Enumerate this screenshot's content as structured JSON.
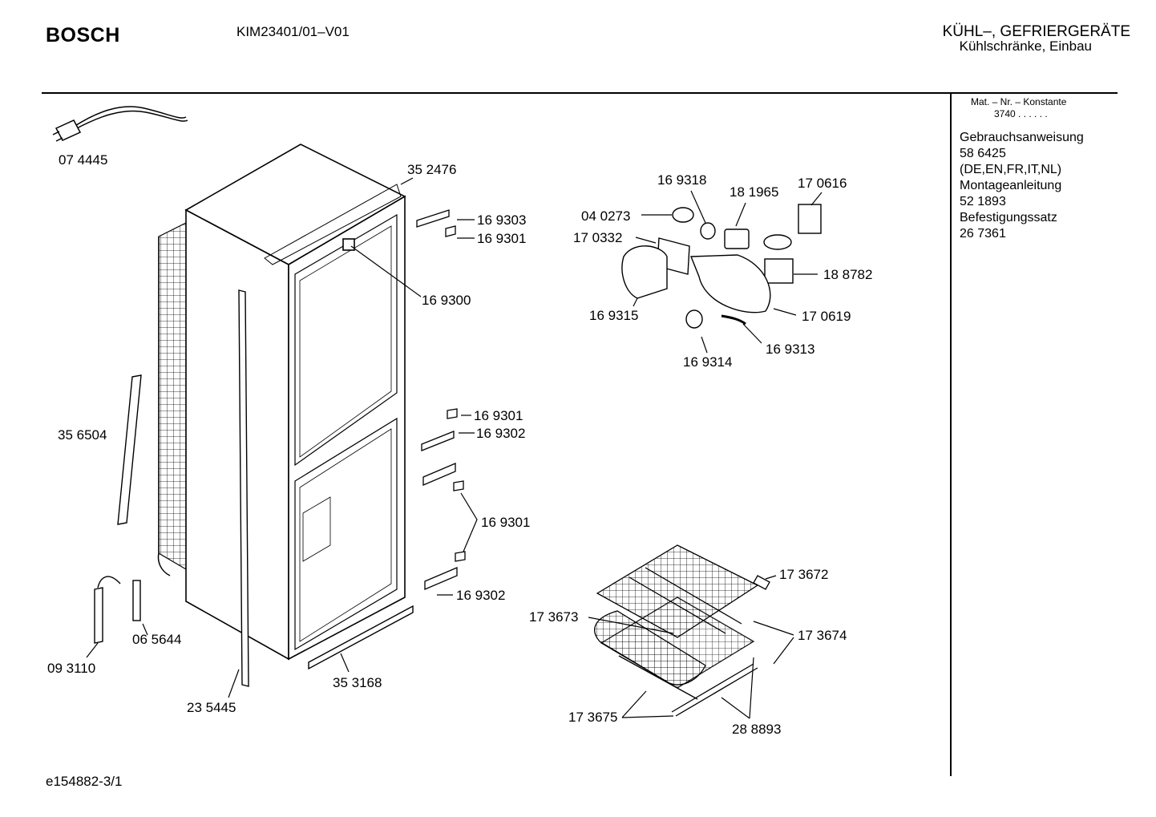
{
  "header": {
    "brand": "BOSCH",
    "model": "KIM23401/01–V01",
    "category_line1": "KÜHL–, GEFRIERGERÄTE",
    "category_line2": "Kühlschränke, Einbau"
  },
  "sidebar": {
    "matnr_label": "Mat. – Nr. – Konstante",
    "matnr_value": "3740 . . . . . .",
    "items": [
      "Gebrauchsanweisung",
      "58 6425",
      "(DE,EN,FR,IT,NL)",
      "Montageanleitung",
      "52 1893",
      "Befestigungssatz",
      "26 7361"
    ]
  },
  "part_labels": [
    "07 4445",
    "35 2476",
    "16 9303",
    "16 9301",
    "16 9300",
    "35 6504",
    "16 9301",
    "16 9302",
    "16 9301",
    "16 9302",
    "06 5644",
    "09 3110",
    "23 5445",
    "35 3168",
    "16 9318",
    "18 1965",
    "17 0616",
    "04 0273",
    "17 0332",
    "18 8782",
    "16 9315",
    "17 0619",
    "16 9313",
    "16 9314",
    "17 3672",
    "17 3673",
    "17 3674",
    "17 3675",
    "28 8893"
  ],
  "footer": {
    "code": "e154882-3/1"
  }
}
